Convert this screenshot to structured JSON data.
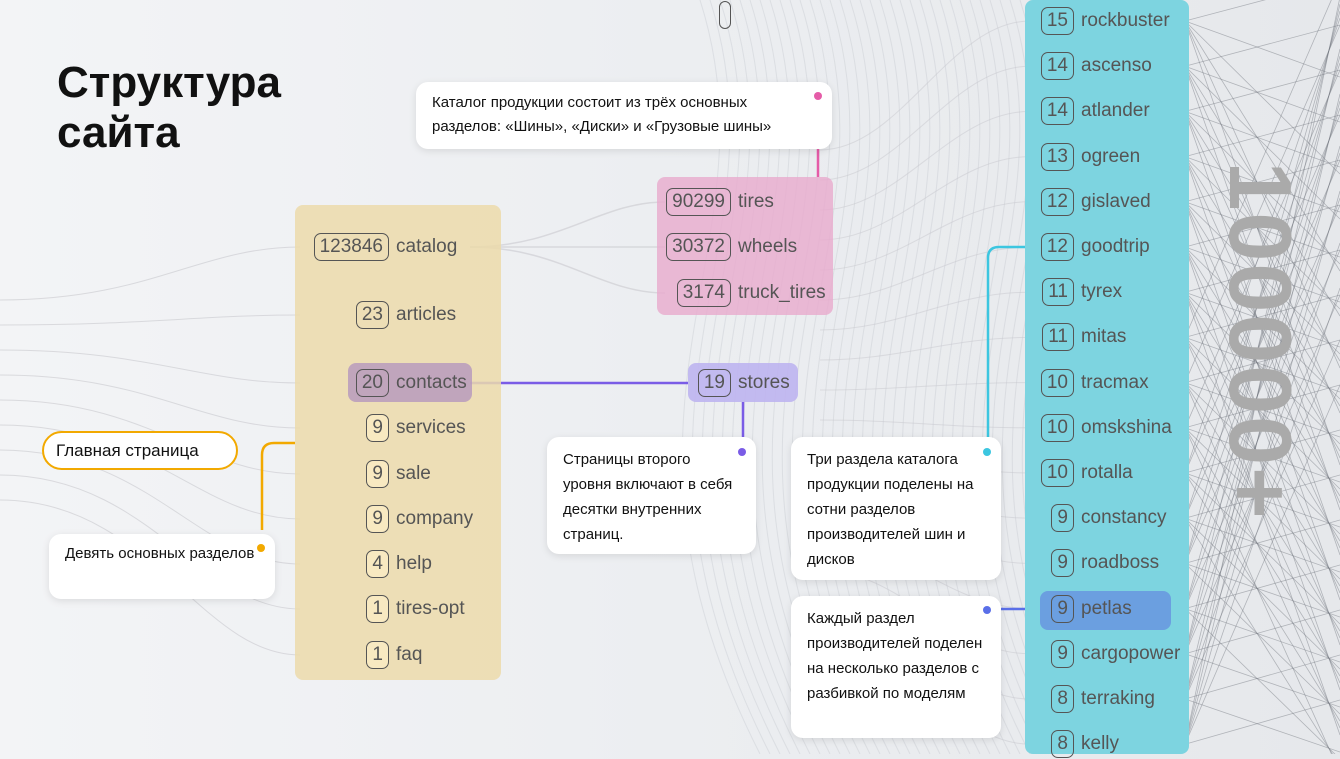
{
  "title": "Структура сайта",
  "home": "Главная страница",
  "callouts": {
    "catalog": "Каталог продукции состоит из трёх основных разделов: «Шины», «Диски» и «Грузовые шины»",
    "main": "Девять основных разделов",
    "second": "Страницы второго уровня включают в себя десятки внутренних страниц.",
    "brands": "Три раздела каталога продукции поделены на сотни разделов производителей шин и дисков",
    "models": "Каждый раздел производителей поделен на несколько разделов с разбивкой по моделям"
  },
  "level1": [
    {
      "count": "123846",
      "label": "catalog"
    },
    {
      "count": "23",
      "label": "articles"
    },
    {
      "count": "20",
      "label": "contacts"
    },
    {
      "count": "9",
      "label": "services"
    },
    {
      "count": "9",
      "label": "sale"
    },
    {
      "count": "9",
      "label": "company"
    },
    {
      "count": "4",
      "label": "help"
    },
    {
      "count": "1",
      "label": "tires-opt"
    },
    {
      "count": "1",
      "label": "faq"
    }
  ],
  "catalog_sections": [
    {
      "count": "90299",
      "label": "tires"
    },
    {
      "count": "30372",
      "label": "wheels"
    },
    {
      "count": "3174",
      "label": "truck_tires"
    }
  ],
  "stores": {
    "count": "19",
    "label": "stores"
  },
  "brands": [
    {
      "count": "15",
      "label": "rockbuster"
    },
    {
      "count": "14",
      "label": "ascenso"
    },
    {
      "count": "14",
      "label": "atlander"
    },
    {
      "count": "13",
      "label": "ogreen"
    },
    {
      "count": "12",
      "label": "gislaved"
    },
    {
      "count": "12",
      "label": "goodtrip"
    },
    {
      "count": "11",
      "label": "tyrex"
    },
    {
      "count": "11",
      "label": "mitas"
    },
    {
      "count": "10",
      "label": "tracmax"
    },
    {
      "count": "10",
      "label": "omskshina"
    },
    {
      "count": "10",
      "label": "rotalla"
    },
    {
      "count": "9",
      "label": "constancy"
    },
    {
      "count": "9",
      "label": "roadboss"
    },
    {
      "count": "9",
      "label": "petlas"
    },
    {
      "count": "9",
      "label": "cargopower"
    },
    {
      "count": "8",
      "label": "terraking"
    },
    {
      "count": "8",
      "label": "kelly"
    }
  ],
  "total_pages": "100000+",
  "colors": {
    "orange": "#f2a900",
    "pink": "#e55ca8",
    "purple": "#7a5ce6",
    "teal": "#3cc6e0",
    "blue": "#5a6fe8"
  }
}
